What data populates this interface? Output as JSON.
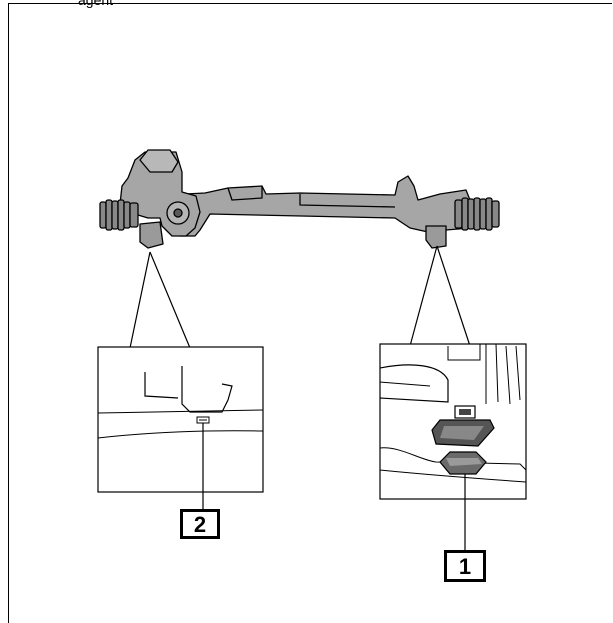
{
  "header": {
    "partial_text": "agent"
  },
  "callouts": [
    {
      "id": "callout-1",
      "label": "1"
    },
    {
      "id": "callout-2",
      "label": "2"
    }
  ]
}
